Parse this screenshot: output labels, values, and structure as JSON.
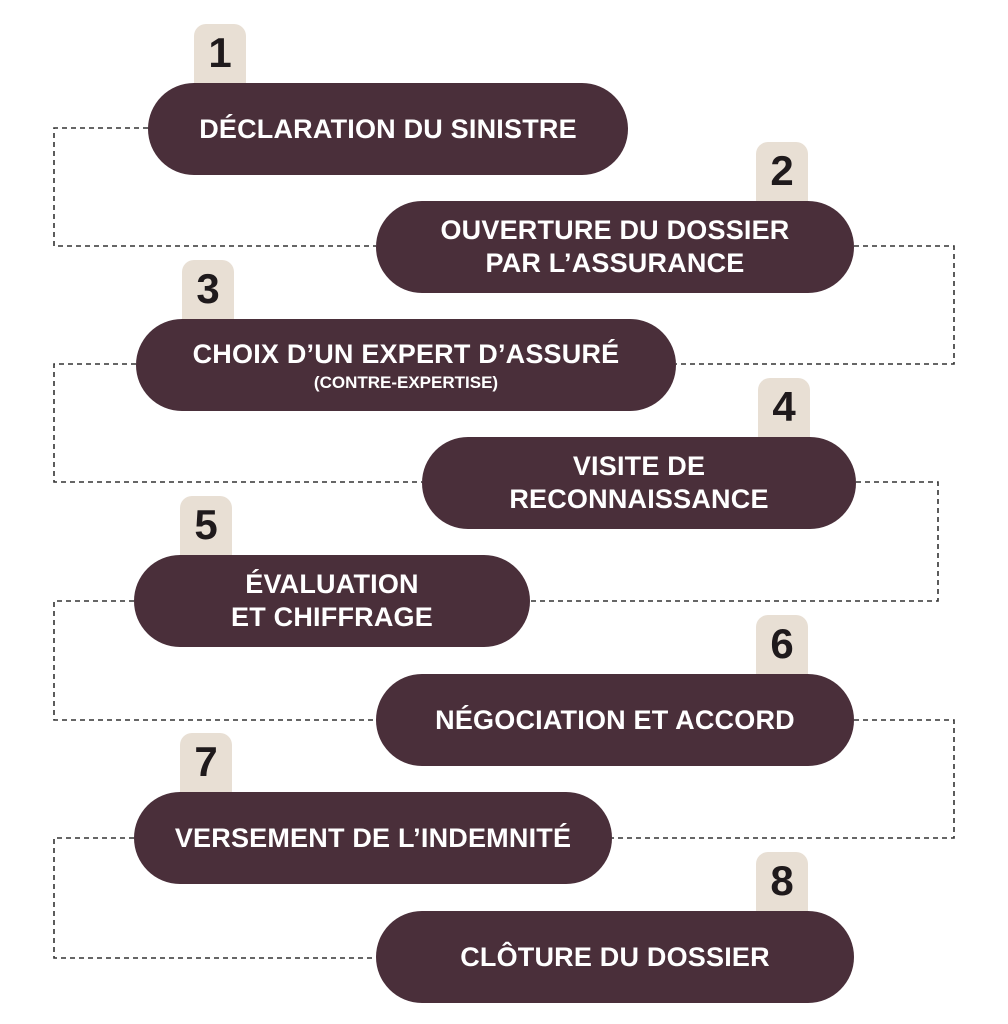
{
  "colors": {
    "pill_background": "#4a2f3a",
    "pill_text": "#ffffff",
    "number_tab": "#e8dfd4",
    "number_text": "#1f1a1c",
    "connector": "#333333"
  },
  "steps": [
    {
      "number": "1",
      "lines": [
        "DÉCLARATION DU SINISTRE"
      ]
    },
    {
      "number": "2",
      "lines": [
        "OUVERTURE DU DOSSIER",
        "PAR L’ASSURANCE"
      ]
    },
    {
      "number": "3",
      "lines": [
        "CHOIX D’UN EXPERT D’ASSURÉ"
      ],
      "subtitle": "(CONTRE-EXPERTISE)"
    },
    {
      "number": "4",
      "lines": [
        "VISITE DE",
        "RECONNAISSANCE"
      ]
    },
    {
      "number": "5",
      "lines": [
        "ÉVALUATION",
        "ET CHIFFRAGE"
      ]
    },
    {
      "number": "6",
      "lines": [
        "NÉGOCIATION ET ACCORD"
      ]
    },
    {
      "number": "7",
      "lines": [
        "VERSEMENT DE L’INDEMNITÉ"
      ]
    },
    {
      "number": "8",
      "lines": [
        "CLÔTURE DU DOSSIER"
      ]
    }
  ]
}
